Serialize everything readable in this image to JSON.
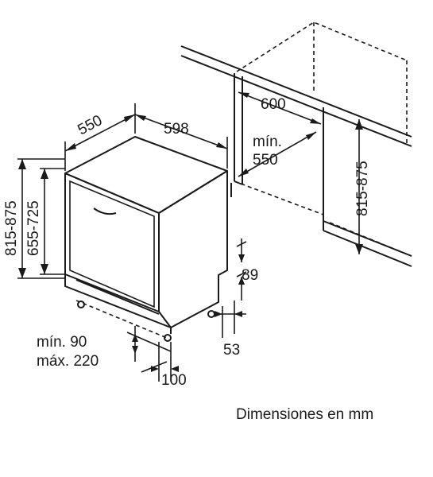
{
  "dimensions": {
    "depth": "550",
    "width": "598",
    "niche_width": "600",
    "niche_depth_min_label": "mín.",
    "niche_depth_min_value": "550",
    "niche_height": "815-875",
    "height_outer": "815-875",
    "height_door": "655-725",
    "plinth_gap": "89",
    "foot_offset": "53",
    "plinth_min_label": "mín. 90",
    "plinth_max_label": "máx. 220",
    "plinth_depth": "100"
  },
  "caption": "Dimensiones en mm"
}
